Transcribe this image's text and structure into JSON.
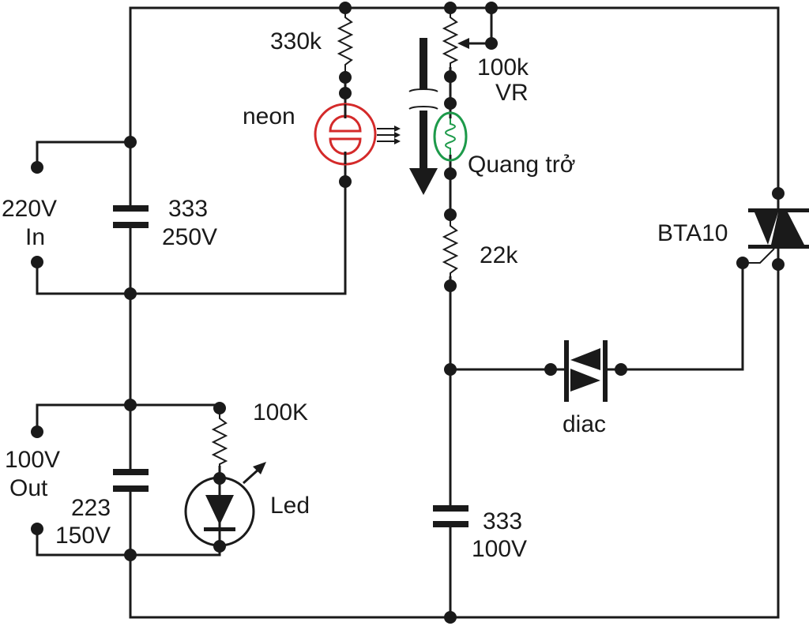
{
  "diagram": {
    "title": "Neon / photoresistor triac dimmer circuit",
    "colors": {
      "wire": "#1a1a1a",
      "neon": "#d42a2a",
      "photoresistor": "#1d9a4a",
      "background": "#ffffff"
    },
    "labels": {
      "input_voltage": "220V",
      "input_text": "In",
      "c1_value": "333",
      "c1_voltage": "250V",
      "r1_value": "330k",
      "neon": "neon",
      "vr_value": "100k",
      "vr_text": "VR",
      "ldr": "Quang trở",
      "r2_value": "22k",
      "triac": "BTA10",
      "diac": "diac",
      "c3_value": "333",
      "c3_voltage": "100V",
      "output_voltage": "100V",
      "output_text": "Out",
      "c2_value": "223",
      "c2_voltage": "150V",
      "r3_value": "100K",
      "led": "Led"
    },
    "components": [
      {
        "id": "C1",
        "type": "capacitor",
        "value": "333",
        "rating": "250V"
      },
      {
        "id": "C2",
        "type": "capacitor",
        "value": "223",
        "rating": "150V"
      },
      {
        "id": "C3",
        "type": "capacitor",
        "value": "333",
        "rating": "100V"
      },
      {
        "id": "R1",
        "type": "resistor",
        "value": "330k"
      },
      {
        "id": "VR",
        "type": "potentiometer",
        "value": "100k"
      },
      {
        "id": "R2",
        "type": "resistor",
        "value": "22k"
      },
      {
        "id": "R3",
        "type": "resistor",
        "value": "100K"
      },
      {
        "id": "NE",
        "type": "neon-lamp",
        "label": "neon"
      },
      {
        "id": "LDR",
        "type": "photoresistor",
        "label": "Quang trở"
      },
      {
        "id": "D1",
        "type": "diac",
        "label": "diac"
      },
      {
        "id": "T1",
        "type": "triac",
        "label": "BTA10"
      },
      {
        "id": "LED",
        "type": "led",
        "label": "Led"
      }
    ]
  }
}
